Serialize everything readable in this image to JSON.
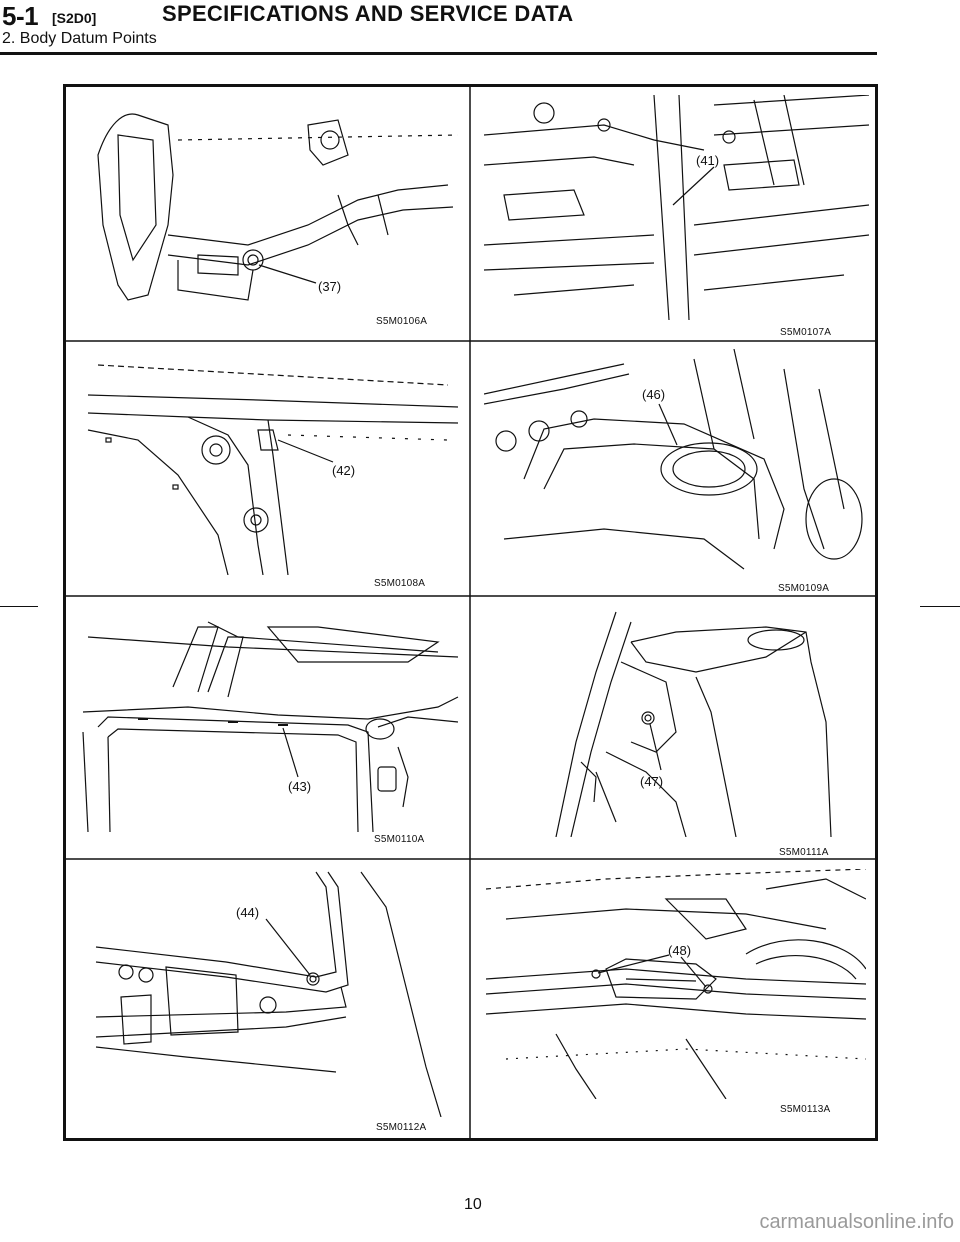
{
  "header": {
    "section_number": "5-1",
    "section_code": "[S2D0]",
    "title": "SPECIFICATIONS AND SERVICE DATA",
    "subtitle": "2. Body Datum Points"
  },
  "figures": [
    {
      "code": "S5M0106A",
      "callout": "(37)"
    },
    {
      "code": "S5M0107A",
      "callout": "(41)"
    },
    {
      "code": "S5M0108A",
      "callout": "(42)"
    },
    {
      "code": "S5M0109A",
      "callout": "(46)"
    },
    {
      "code": "S5M0110A",
      "callout": "(43)"
    },
    {
      "code": "S5M0111A",
      "callout": "(47)"
    },
    {
      "code": "S5M0112A",
      "callout": "(44)"
    },
    {
      "code": "S5M0113A",
      "callout": "(48)"
    }
  ],
  "footer": {
    "page_number": "10",
    "watermark": "carmanualsonline.info"
  }
}
